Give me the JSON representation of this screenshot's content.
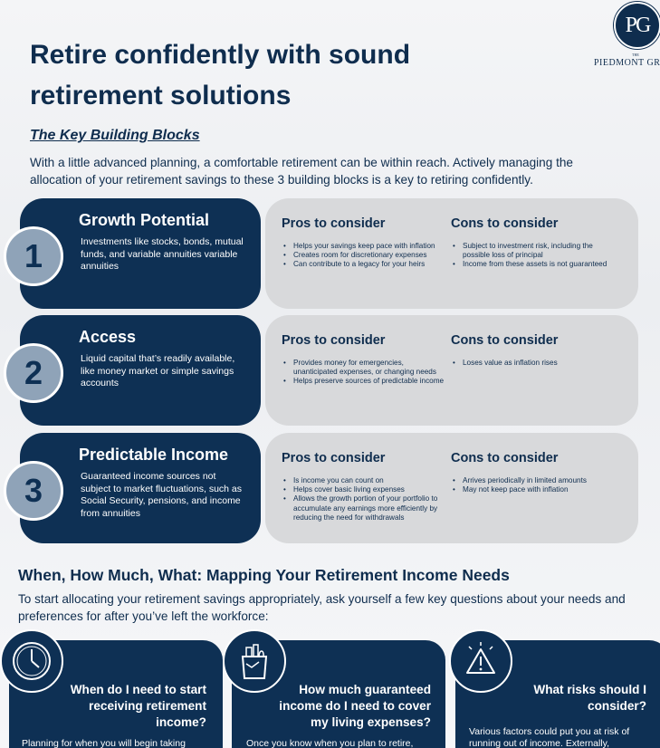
{
  "header": {
    "title": "Retire confidently with sound retirement solutions",
    "logo_monogram": "PG",
    "logo_the": "THE",
    "logo_name": "PIEDMONT GR"
  },
  "key_blocks": {
    "subtitle": "The Key Building Blocks",
    "intro": "With a little advanced planning, a comfortable retirement can be within reach. Actively managing the allocation of your retirement savings to these 3 building blocks is a key to retiring confidently."
  },
  "blocks": [
    {
      "number": "1",
      "title": "Growth Potential",
      "description": "Investments like stocks, bonds, mutual funds, and variable annuities variable annuities",
      "pros_title": "Pros to consider",
      "pros": [
        "Helps your savings keep pace with inflation",
        "Creates room for discretionary expenses",
        "Can contribute to a legacy for your heirs"
      ],
      "cons_title": "Cons to consider",
      "cons": [
        "Subject to investment risk, including the possible loss of principal",
        "Income from these assets is not guaranteed"
      ]
    },
    {
      "number": "2",
      "title": "Access",
      "description": "Liquid capital that’s readily available, like money market or simple savings accounts",
      "pros_title": "Pros to consider",
      "pros": [
        "Provides money for emergencies, unanticipated expenses, or changing needs",
        "Helps preserve sources of predictable income"
      ],
      "cons_title": "Cons to consider",
      "cons": [
        "Loses value as inflation rises"
      ]
    },
    {
      "number": "3",
      "title": "Predictable Income",
      "description": "Guaranteed income sources not subject to market fluctuations, such as Social Security, pensions, and income from annuities",
      "pros_title": "Pros to consider",
      "pros": [
        "Is income you can count on",
        "Helps cover basic living expenses",
        "Allows the growth portion of your portfolio to accumulate any earnings more efficiently by reducing the need for withdrawals"
      ],
      "cons_title": "Cons to consider",
      "cons": [
        "Arrives periodically in limited amounts",
        "May not keep pace with inflation"
      ]
    }
  ],
  "mapping": {
    "title": "When, How Much, What: Mapping Your Retirement Income Needs",
    "intro": "To start allocating your retirement savings appropriately, ask yourself a few key questions about your needs and preferences for after you’ve left the workforce:"
  },
  "questions": [
    {
      "icon": "clock-icon",
      "title": "When do I need to start receiving retirement income?",
      "text": "Planning for when you will begin taking"
    },
    {
      "icon": "grocery-bag-icon",
      "title": "How much guaranteed income do I need to cover my living expenses?",
      "text": "Once you know when you plan to retire,"
    },
    {
      "icon": "warning-icon",
      "title": "What risks should I consider?",
      "text": "Various factors could put you at risk of running out of income. Externally,"
    }
  ]
}
